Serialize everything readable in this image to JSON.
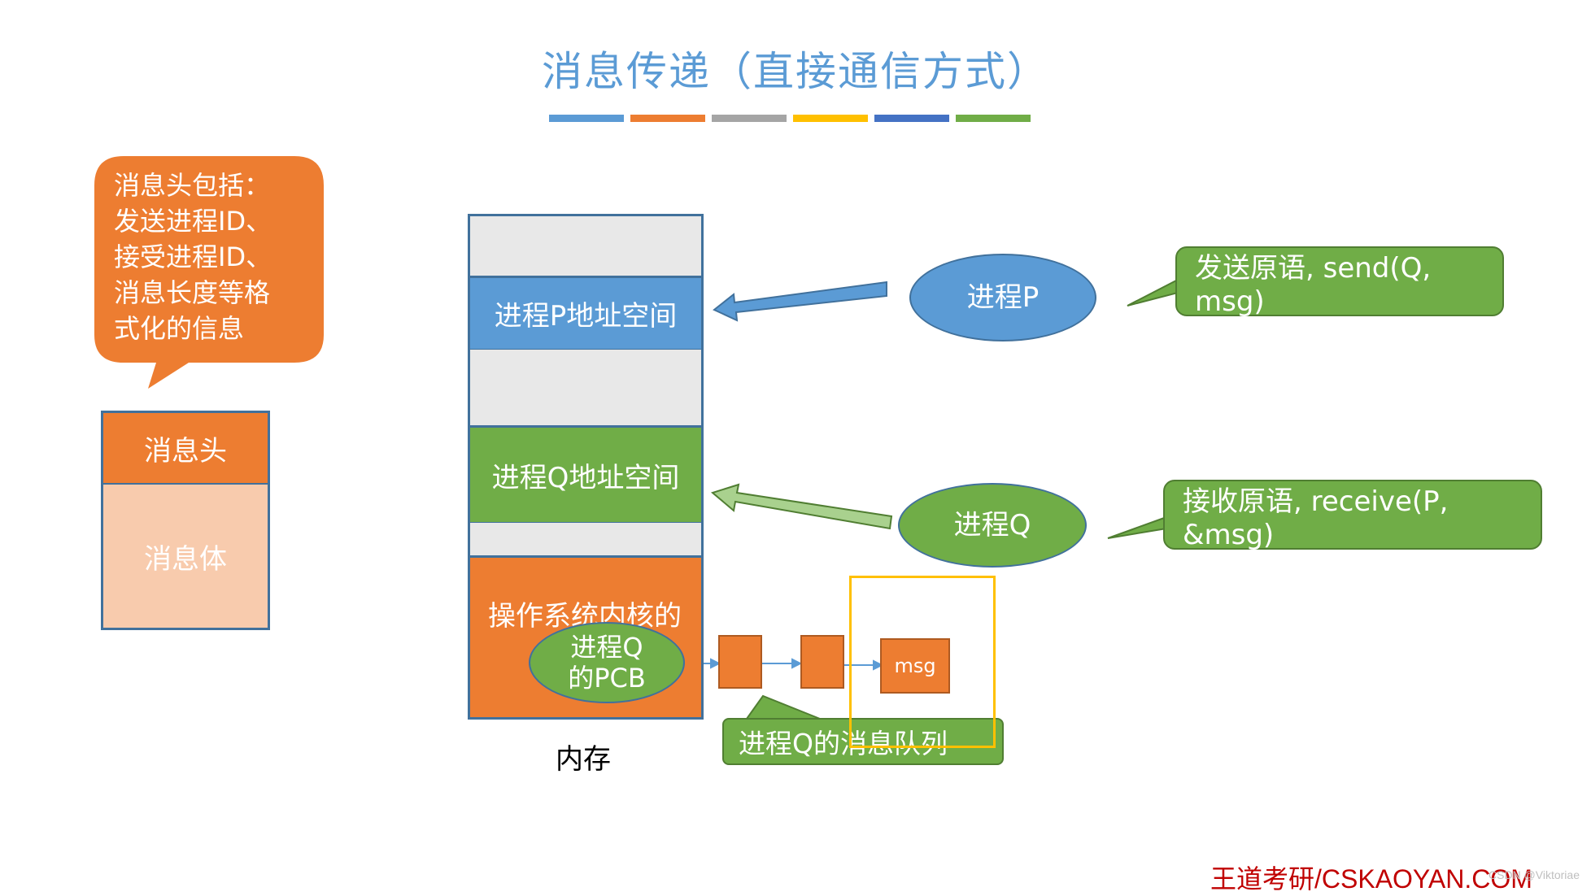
{
  "title": "消息传递（直接通信方式）",
  "title_bar_colors": [
    "#5b9bd5",
    "#ed7d31",
    "#a5a5a5",
    "#ffc000",
    "#4472c4",
    "#70ad47"
  ],
  "header_callout": {
    "text": "消息头包括：\n发送进程ID、\n接受进程ID、\n消息长度等格\n式化的信息",
    "color": "#ed7d31"
  },
  "message_struct": {
    "header_label": "消息头",
    "body_label": "消息体"
  },
  "memory": {
    "p_space_label": "进程P地址空间",
    "q_space_label": "进程Q地址空间",
    "kernel_label": "操作系统内核的",
    "caption": "内存"
  },
  "pcb": {
    "label_line1": "进程Q",
    "label_line2": "的PCB"
  },
  "processes": {
    "p_label": "进程P",
    "q_label": "进程Q"
  },
  "send_callout": "发送原语, send(Q, msg)",
  "receive_callout": "接收原语, receive(P, &msg)",
  "queue": {
    "msg_label": "msg",
    "caption": "进程Q的消息队列"
  },
  "footer": {
    "brand": "王道考研/CSKAOYAN.COM",
    "watermark": "CSDN @Viktoriae"
  },
  "colors": {
    "blue": "#5b9bd5",
    "orange": "#ed7d31",
    "green": "#70ad47",
    "light_orange": "#f8cbad",
    "yellow": "#ffc000",
    "brand_red": "#c00000"
  }
}
